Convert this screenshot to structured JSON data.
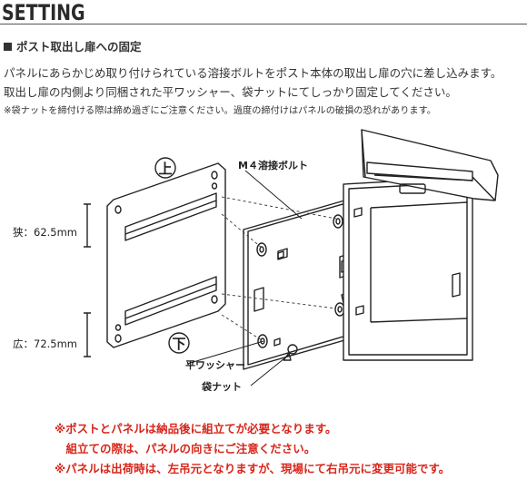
{
  "header": {
    "title": "SETTING"
  },
  "section": {
    "title": "ポスト取出し扉への固定",
    "lines": [
      "パネルにあらかじめ取り付けられている溶接ボルトをポスト本体の取出し扉の穴に差し込みます。",
      "取出し扉の内側より同梱された平ワッシャー、袋ナットにてしっかり固定してください。"
    ],
    "small_note": "※袋ナットを締付ける際は締め過ぎにご注意ください。過度の締付けはパネルの破損の恐れがあります。"
  },
  "diagram": {
    "label_top": "上",
    "label_bottom": "下",
    "label_bolt": "M４溶接ボルト",
    "label_narrow": "狭：62.5mm",
    "label_wide": "広：72.5mm",
    "label_washer": "平ワッシャー",
    "label_nut": "袋ナット"
  },
  "notes": [
    "※ポストとパネルは納品後に組立てが必要となります。",
    "　組立ての際は、パネルの向きにご注意ください。",
    "※パネルは出荷時は、左吊元となりますが、現場にて右吊元に変更可能です。"
  ]
}
